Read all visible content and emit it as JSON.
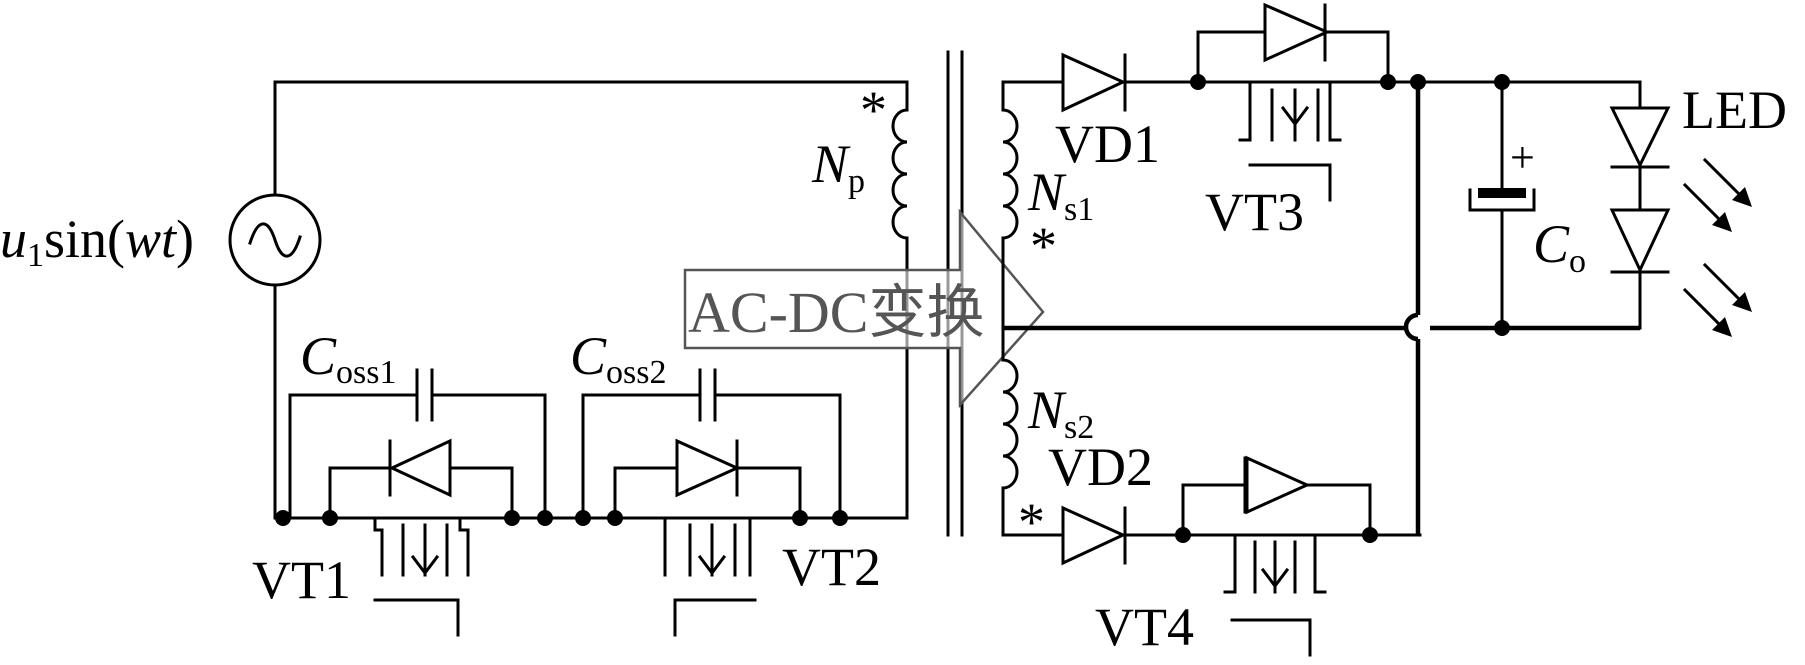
{
  "labels": {
    "source": {
      "u": "u",
      "sub": "1",
      "rest": "sin(",
      "wt": "wt",
      "close": ")"
    },
    "np": {
      "main": "N",
      "sub": "p"
    },
    "ns1": {
      "main": "N",
      "sub": "s1"
    },
    "ns2": {
      "main": "N",
      "sub": "s2"
    },
    "coss1": {
      "main": "C",
      "sub": "oss1"
    },
    "coss2": {
      "main": "C",
      "sub": "oss2"
    },
    "co": {
      "main": "C",
      "sub": "o"
    },
    "vt1": "VT1",
    "vt2": "VT2",
    "vt3": "VT3",
    "vt4": "VT4",
    "vd1": "VD1",
    "vd2": "VD2",
    "led": "LED",
    "arrow": "AC-DC变换",
    "plus": "+",
    "star": "*"
  },
  "colors": {
    "line": "#000000",
    "arrow": "#555555",
    "arrow_text": "#555555"
  }
}
